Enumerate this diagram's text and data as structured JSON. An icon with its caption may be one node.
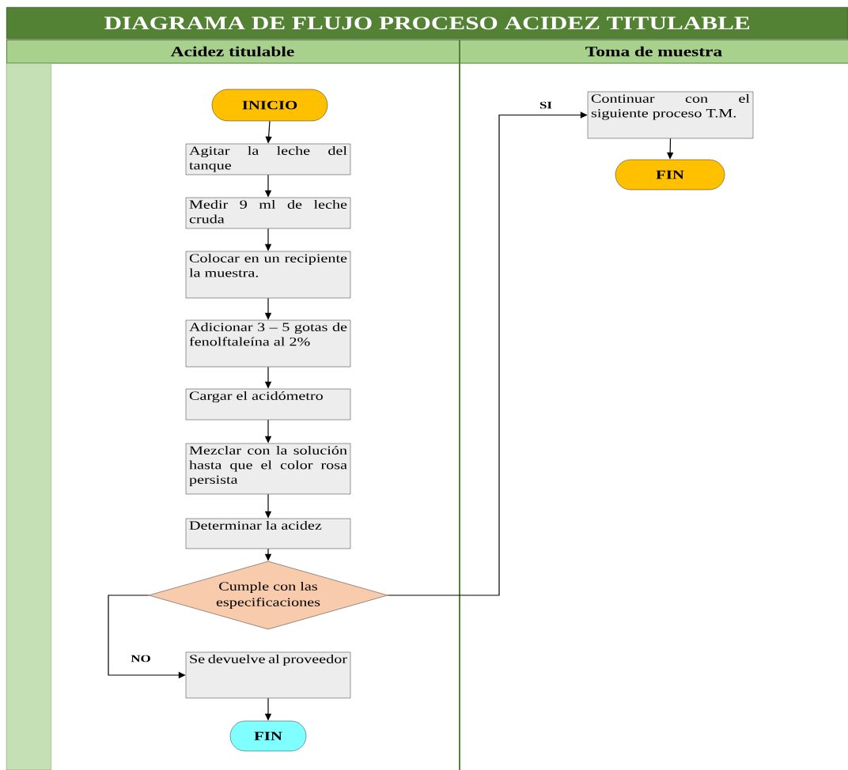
{
  "diagram": {
    "title": "DIAGRAMA DE FLUJO PROCESO ACIDEZ TITULABLE",
    "nodes": [
      {
        "text": [
          "Acidez titulable"
        ]
      },
      {
        "text": [
          "Toma de muestra"
        ]
      },
      {
        "text": [
          "INICIO"
        ],
        "in": 0
      },
      {
        "text": [
          "Agitar la leche del tanque"
        ],
        "in": 0
      },
      {
        "text": [
          "Medir 9 ml de leche cruda"
        ],
        "in": 0
      },
      {
        "text": [
          "Colocar en un recipiente la muestra."
        ],
        "in": 0
      },
      {
        "text": [
          "Adicionar 3 – 5 gotas de fenolftaleína al 2%"
        ],
        "in": 0
      },
      {
        "text": [
          "Cargar el acidómetro"
        ],
        "in": 0
      },
      {
        "text": [
          "Mezclar con la solución hasta que el color rosa persista"
        ],
        "in": 0
      },
      {
        "text": [
          "Determinar la acidez"
        ],
        "in": 0
      },
      {
        "text": [
          "Cumple con las especificaciones"
        ],
        "in": 0
      },
      {
        "text": [
          "Se devuelve al proveedor"
        ],
        "in": 0
      },
      {
        "text": [
          "FIN"
        ],
        "in": 0
      },
      {
        "text": [
          "Continuar con el siguiente proceso T.M."
        ],
        "in": 1
      },
      {
        "text": [
          "FIN"
        ],
        "in": 1
      }
    ],
    "edges": [
      {
        "from": 2,
        "to": 3,
        "arrow": "to"
      },
      {
        "from": 3,
        "to": 4,
        "arrow": "to"
      },
      {
        "from": 4,
        "to": 5,
        "arrow": "to"
      },
      {
        "from": 5,
        "to": 6,
        "arrow": "to"
      },
      {
        "from": 6,
        "to": 7,
        "arrow": "to"
      },
      {
        "from": 7,
        "to": 8,
        "arrow": "to"
      },
      {
        "from": 8,
        "to": 9,
        "arrow": "to"
      },
      {
        "from": 9,
        "to": 10,
        "arrow": "to"
      },
      {
        "from": 10,
        "to": 11,
        "arrow": "to",
        "label": "NO"
      },
      {
        "from": 10,
        "to": 13,
        "arrow": "to",
        "label": "SI"
      },
      {
        "from": 11,
        "to": 12,
        "arrow": "to"
      },
      {
        "from": 13,
        "to": 14,
        "arrow": "to"
      }
    ]
  }
}
